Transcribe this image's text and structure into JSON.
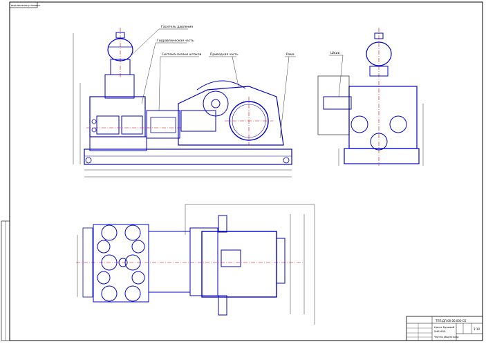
{
  "title_corner_stamp": "вертикальная установка",
  "callouts": {
    "pressure_compensator": "Гаситель давления",
    "hydraulic_part": "Гидравлическая часть",
    "rod_seal_system": "Система смазки штоков",
    "drive_part": "Приводная часть",
    "frame": "Рама",
    "pulley": "Шкив"
  },
  "title_block": {
    "doc_code": "ТПП.ДП.00.00.000 СБ",
    "name_line1": "Насос буровой",
    "name_line2": "УНБ-600",
    "name_line3": "Чертеж общего вида",
    "scale": "1:10"
  },
  "colors": {
    "outline": "#000000",
    "parts": "#0000c8",
    "axis": "#d00000",
    "dimension": "#000000"
  }
}
